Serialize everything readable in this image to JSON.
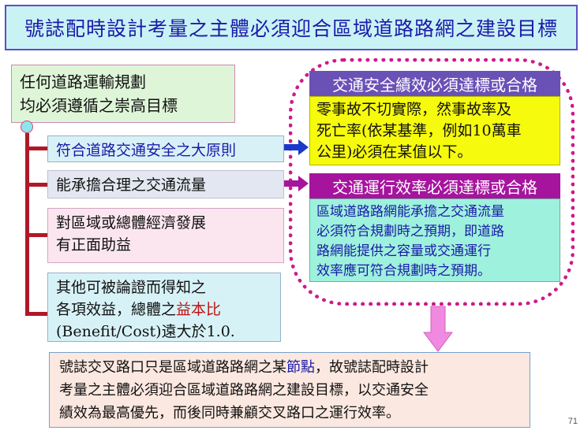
{
  "title": "號誌配時設計考量之主體必須迎合區域道路路網之建設目標",
  "goal": {
    "line1": "任何道路運輸規劃",
    "line2": "均必須遵循之崇高目標"
  },
  "items": {
    "item1": "符合道路交通安全之大原則",
    "item2": "能承擔合理之交通流量",
    "item3_line1": "對區域或總體經濟發展",
    "item3_line2": "有正面助益",
    "item4_line1": "其他可被論證而得知之",
    "item4_line2_pre": "各項效益，總體之",
    "item4_line2_red": "益本比",
    "item4_line3": "(Benefit/Cost)遠大於1.0."
  },
  "safety": {
    "header": "交通安全績效必須達標或合格",
    "line1": "零事故不切實際，然事故率及",
    "line2": "死亡率(依某基準，例如10萬車",
    "line3": "公里)必須在某值以下。"
  },
  "efficiency": {
    "header": "交通運行效率必須達標或合格",
    "line1": "區域道路路網能承擔之交通流量",
    "line2": "必須符合規劃時之預期，即道路",
    "line3": "路網能提供之容量或交通運行",
    "line4": "效率應可符合規劃時之預期。"
  },
  "conclusion": {
    "line1_pre": "號誌交叉路口只是區域道路路網之某",
    "line1_blue": "節點",
    "line1_post": "，故號誌配時設計",
    "line2": "考量之主體必須迎合區域道路路網之建設目標，以交通安全",
    "line3": "績效為最高優先，而後同時兼顧交叉路口之運行效率。"
  },
  "page_number": "71",
  "colors": {
    "title_bg": "#c9f2f5",
    "trunk_red": "#b01828",
    "dotted_magenta": "#cc1a8a",
    "safety_header": "#6a51b6",
    "efficiency_header": "#a6149e",
    "safety_body": "#f6fa0c",
    "efficiency_body": "#9ef1dc",
    "arrow_blue": "#1a3acc",
    "arrow_magenta": "#a6149e",
    "down_arrow": "#f08ae0"
  }
}
